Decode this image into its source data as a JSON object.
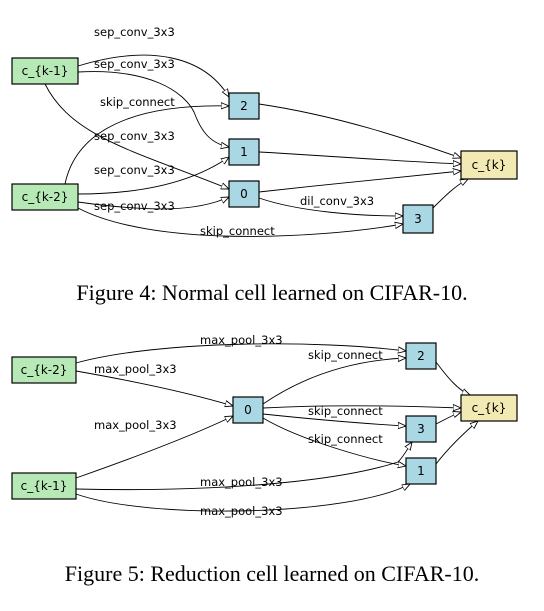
{
  "colors": {
    "input_fill": "#b7e9b6",
    "op_fill": "#a9d7e3",
    "output_fill": "#f3eab3"
  },
  "figures": [
    {
      "caption": "Figure 4: Normal cell learned on CIFAR-10.",
      "nodes": [
        {
          "id": "c_{k-1}",
          "label": "c_{k-1}",
          "kind": "input"
        },
        {
          "id": "c_{k-2}",
          "label": "c_{k-2}",
          "kind": "input"
        },
        {
          "id": "2",
          "label": "2",
          "kind": "op"
        },
        {
          "id": "1",
          "label": "1",
          "kind": "op"
        },
        {
          "id": "0",
          "label": "0",
          "kind": "op"
        },
        {
          "id": "3",
          "label": "3",
          "kind": "op"
        },
        {
          "id": "c_{k}",
          "label": "c_{k}",
          "kind": "output"
        }
      ],
      "edges": [
        {
          "from": "c_{k-1}",
          "to": "2",
          "label": "sep_conv_3x3"
        },
        {
          "from": "c_{k-1}",
          "to": "1",
          "label": "sep_conv_3x3"
        },
        {
          "from": "c_{k-2}",
          "to": "2",
          "label": "skip_connect"
        },
        {
          "from": "c_{k-1}",
          "to": "0",
          "label": "sep_conv_3x3"
        },
        {
          "from": "c_{k-2}",
          "to": "1",
          "label": "sep_conv_3x3"
        },
        {
          "from": "c_{k-2}",
          "to": "0",
          "label": "sep_conv_3x3"
        },
        {
          "from": "0",
          "to": "3",
          "label": "dil_conv_3x3"
        },
        {
          "from": "c_{k-2}",
          "to": "3",
          "label": "skip_connect"
        },
        {
          "from": "2",
          "to": "c_{k}",
          "label": ""
        },
        {
          "from": "1",
          "to": "c_{k}",
          "label": ""
        },
        {
          "from": "0",
          "to": "c_{k}",
          "label": ""
        },
        {
          "from": "3",
          "to": "c_{k}",
          "label": ""
        }
      ]
    },
    {
      "caption": "Figure 5: Reduction cell learned on CIFAR-10.",
      "nodes": [
        {
          "id": "c_{k-2}",
          "label": "c_{k-2}",
          "kind": "input"
        },
        {
          "id": "c_{k-1}",
          "label": "c_{k-1}",
          "kind": "input"
        },
        {
          "id": "0",
          "label": "0",
          "kind": "op"
        },
        {
          "id": "2",
          "label": "2",
          "kind": "op"
        },
        {
          "id": "3",
          "label": "3",
          "kind": "op"
        },
        {
          "id": "1",
          "label": "1",
          "kind": "op"
        },
        {
          "id": "c_{k}",
          "label": "c_{k}",
          "kind": "output"
        }
      ],
      "edges": [
        {
          "from": "c_{k-2}",
          "to": "2",
          "label": "max_pool_3x3"
        },
        {
          "from": "c_{k-2}",
          "to": "0",
          "label": "max_pool_3x3"
        },
        {
          "from": "0",
          "to": "2",
          "label": "skip_connect"
        },
        {
          "from": "c_{k-1}",
          "to": "0",
          "label": "max_pool_3x3"
        },
        {
          "from": "0",
          "to": "c_{k}",
          "label": ""
        },
        {
          "from": "0",
          "to": "3",
          "label": "skip_connect"
        },
        {
          "from": "0",
          "to": "1",
          "label": "skip_connect"
        },
        {
          "from": "c_{k-1}",
          "to": "3",
          "label": "max_pool_3x3"
        },
        {
          "from": "c_{k-1}",
          "to": "1",
          "label": "max_pool_3x3"
        },
        {
          "from": "2",
          "to": "c_{k}",
          "label": ""
        },
        {
          "from": "3",
          "to": "c_{k}",
          "label": ""
        },
        {
          "from": "1",
          "to": "c_{k}",
          "label": ""
        }
      ]
    }
  ]
}
